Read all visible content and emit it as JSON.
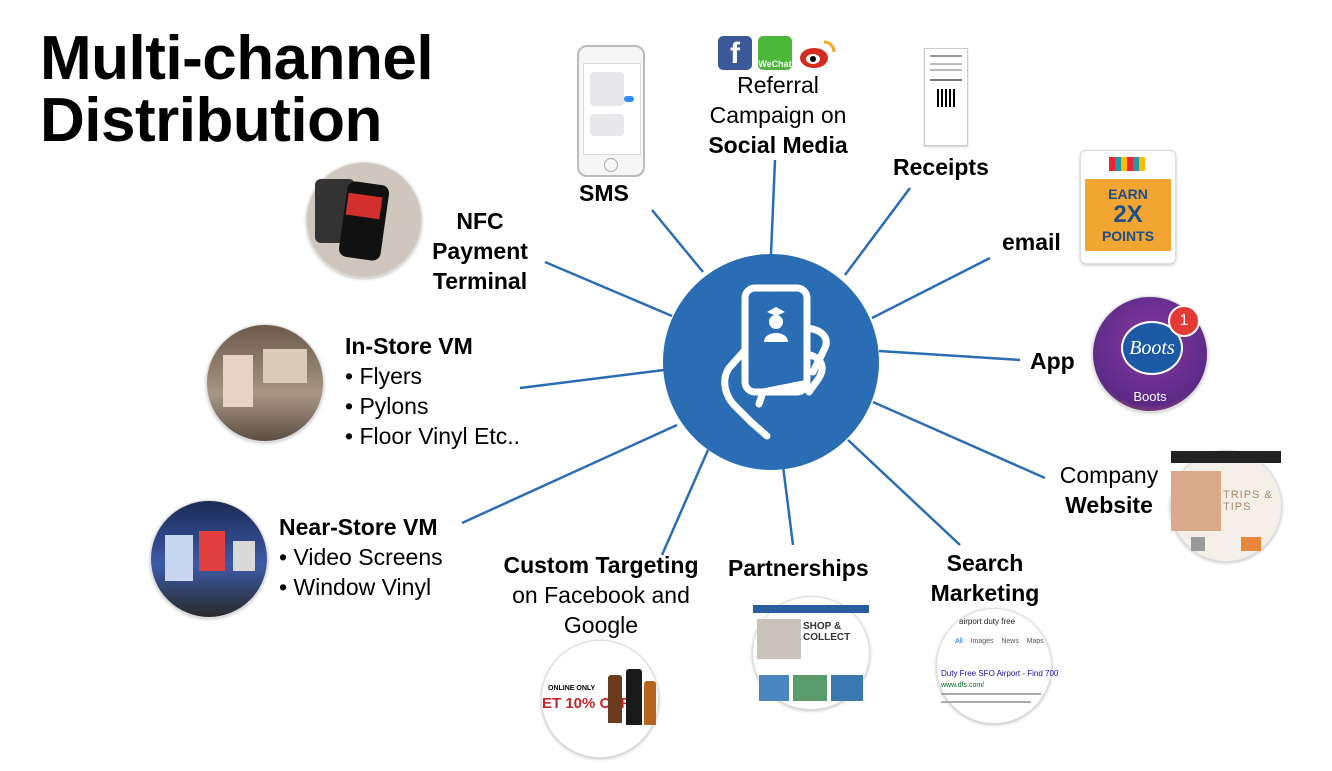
{
  "title": {
    "line1": "Multi-channel",
    "line2": "Distribution"
  },
  "channels": {
    "sms": "SMS",
    "social": {
      "line1": "Referral",
      "line2": "Campaign on",
      "line3": "Social Media"
    },
    "receipts": "Receipts",
    "email": "email",
    "app": "App",
    "website": {
      "line1": "Company",
      "line2": "Website"
    },
    "search": {
      "line1": "Search",
      "line2": "Marketing"
    },
    "partnerships": "Partnerships",
    "custom": {
      "line1": "Custom Targeting",
      "line2": "on Facebook and",
      "line3": "Google"
    },
    "near_store": {
      "title": "Near-Store VM",
      "items": [
        "• Video Screens",
        "• Window Vinyl"
      ]
    },
    "in_store": {
      "title": "In-Store VM",
      "items": [
        "• Flyers",
        "• Pylons",
        "• Floor Vinyl Etc.."
      ]
    },
    "nfc": {
      "line1": "NFC",
      "line2": "Payment",
      "line3": "Terminal"
    }
  },
  "thumbs": {
    "email_promo": {
      "line1": "EARN",
      "line2": "2X",
      "line3": "POINTS"
    },
    "app_icon": "Boots",
    "app_badge": "1",
    "social_icons": [
      "f",
      "WeChat",
      "weibo"
    ],
    "search": {
      "query": "airport duty free",
      "tabs": [
        "All",
        "Images",
        "News",
        "Maps"
      ],
      "result_title": "Duty Free SFO Airport - Find 700",
      "result_url": "www.dfs.com/"
    },
    "partnership": {
      "line1": "SHOP &",
      "line2": "COLLECT"
    },
    "facebook_ad": {
      "headline": "ET 10% OFF",
      "sub": "ONLINE ONLY"
    },
    "website": {
      "headline": "TRIPS & TIPS"
    }
  },
  "colors": {
    "hub": "#2a6db4",
    "connector": "#2a6db4",
    "email_orange": "#f2a531",
    "boots_purple": "#6a2a8a",
    "badge_red": "#e53935"
  },
  "hub_icon": "hand-holding-phone-icon"
}
